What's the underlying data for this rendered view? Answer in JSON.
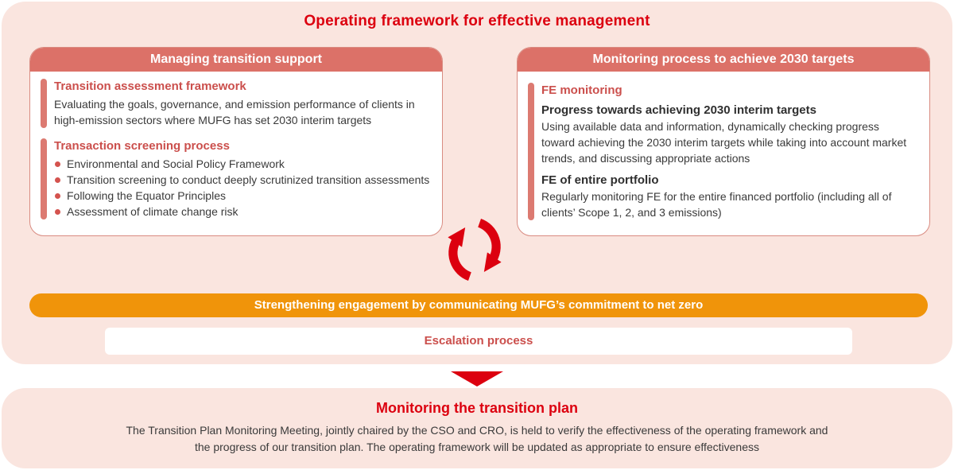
{
  "main_title": "Operating framework for effective management",
  "colors": {
    "panel_pink": "#fae5df",
    "card_header_salmon": "#dc7168",
    "accent_bar_salmon": "#dc7a71",
    "heading_text_salmon": "#cb4f4c",
    "brand_red": "#dc000f",
    "engagement_orange": "#f0940a",
    "body_text": "#3a3a3a"
  },
  "left_card": {
    "header": "Managing transition support",
    "sections": [
      {
        "heading": "Transition assessment framework",
        "body_lines": [
          "Evaluating the goals, governance, and emission performance of clients in",
          "high-emission sectors where MUFG has set 2030 interim targets"
        ]
      },
      {
        "heading": "Transaction screening process",
        "bullets": [
          "Environmental and Social Policy Framework",
          "Transition screening to conduct deeply scrutinized transition assessments",
          "Following the Equator Principles",
          "Assessment of climate change risk"
        ]
      }
    ]
  },
  "right_card": {
    "header": "Monitoring process to achieve 2030 targets",
    "section_heading": "FE monitoring",
    "items": [
      {
        "title": "Progress towards achieving 2030 interim targets",
        "body_lines": [
          "Using available data and information, dynamically checking progress",
          "toward achieving the 2030 interim targets while taking into account market",
          "trends, and discussing appropriate actions"
        ]
      },
      {
        "title": "FE of entire portfolio",
        "body_lines": [
          "Regularly monitoring FE for the entire financed portfolio (including all of",
          "clients’ Scope 1, 2, and 3 emissions)"
        ]
      }
    ]
  },
  "engagement_bar_label": "Strengthening engagement by communicating MUFG’s commitment to net zero",
  "escalation_bar_label": "Escalation process",
  "bottom_section": {
    "title": "Monitoring the transition plan",
    "body_lines": [
      "The Transition Plan Monitoring Meeting, jointly chaired by the CSO and CRO, is held to verify the effectiveness of the operating framework and",
      "the progress of our transition plan. The operating framework will be updated as appropriate to ensure effectiveness"
    ]
  },
  "icons": {
    "cycle": "cycle-arrows-icon",
    "down_arrow": "down-arrow-icon"
  }
}
